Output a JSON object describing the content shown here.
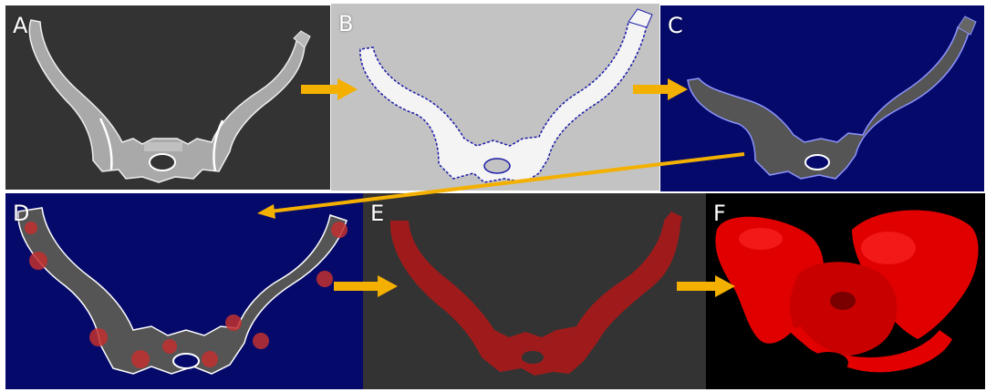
{
  "panels": [
    {
      "label": "A"
    },
    {
      "label": "B"
    },
    {
      "label": "C"
    },
    {
      "label": "D"
    },
    {
      "label": "E"
    },
    {
      "label": "F"
    }
  ],
  "colors": {
    "ct_background": "#333333",
    "bone_gray": "#b8b8b8",
    "threshold_background": "#c3c3c3",
    "mask_white": "#f4f4f4",
    "segmentation_blue": "#050a6a",
    "seed_red": "#c23030",
    "model_red": "#e60000",
    "arrow_orange": "#f4b000"
  }
}
